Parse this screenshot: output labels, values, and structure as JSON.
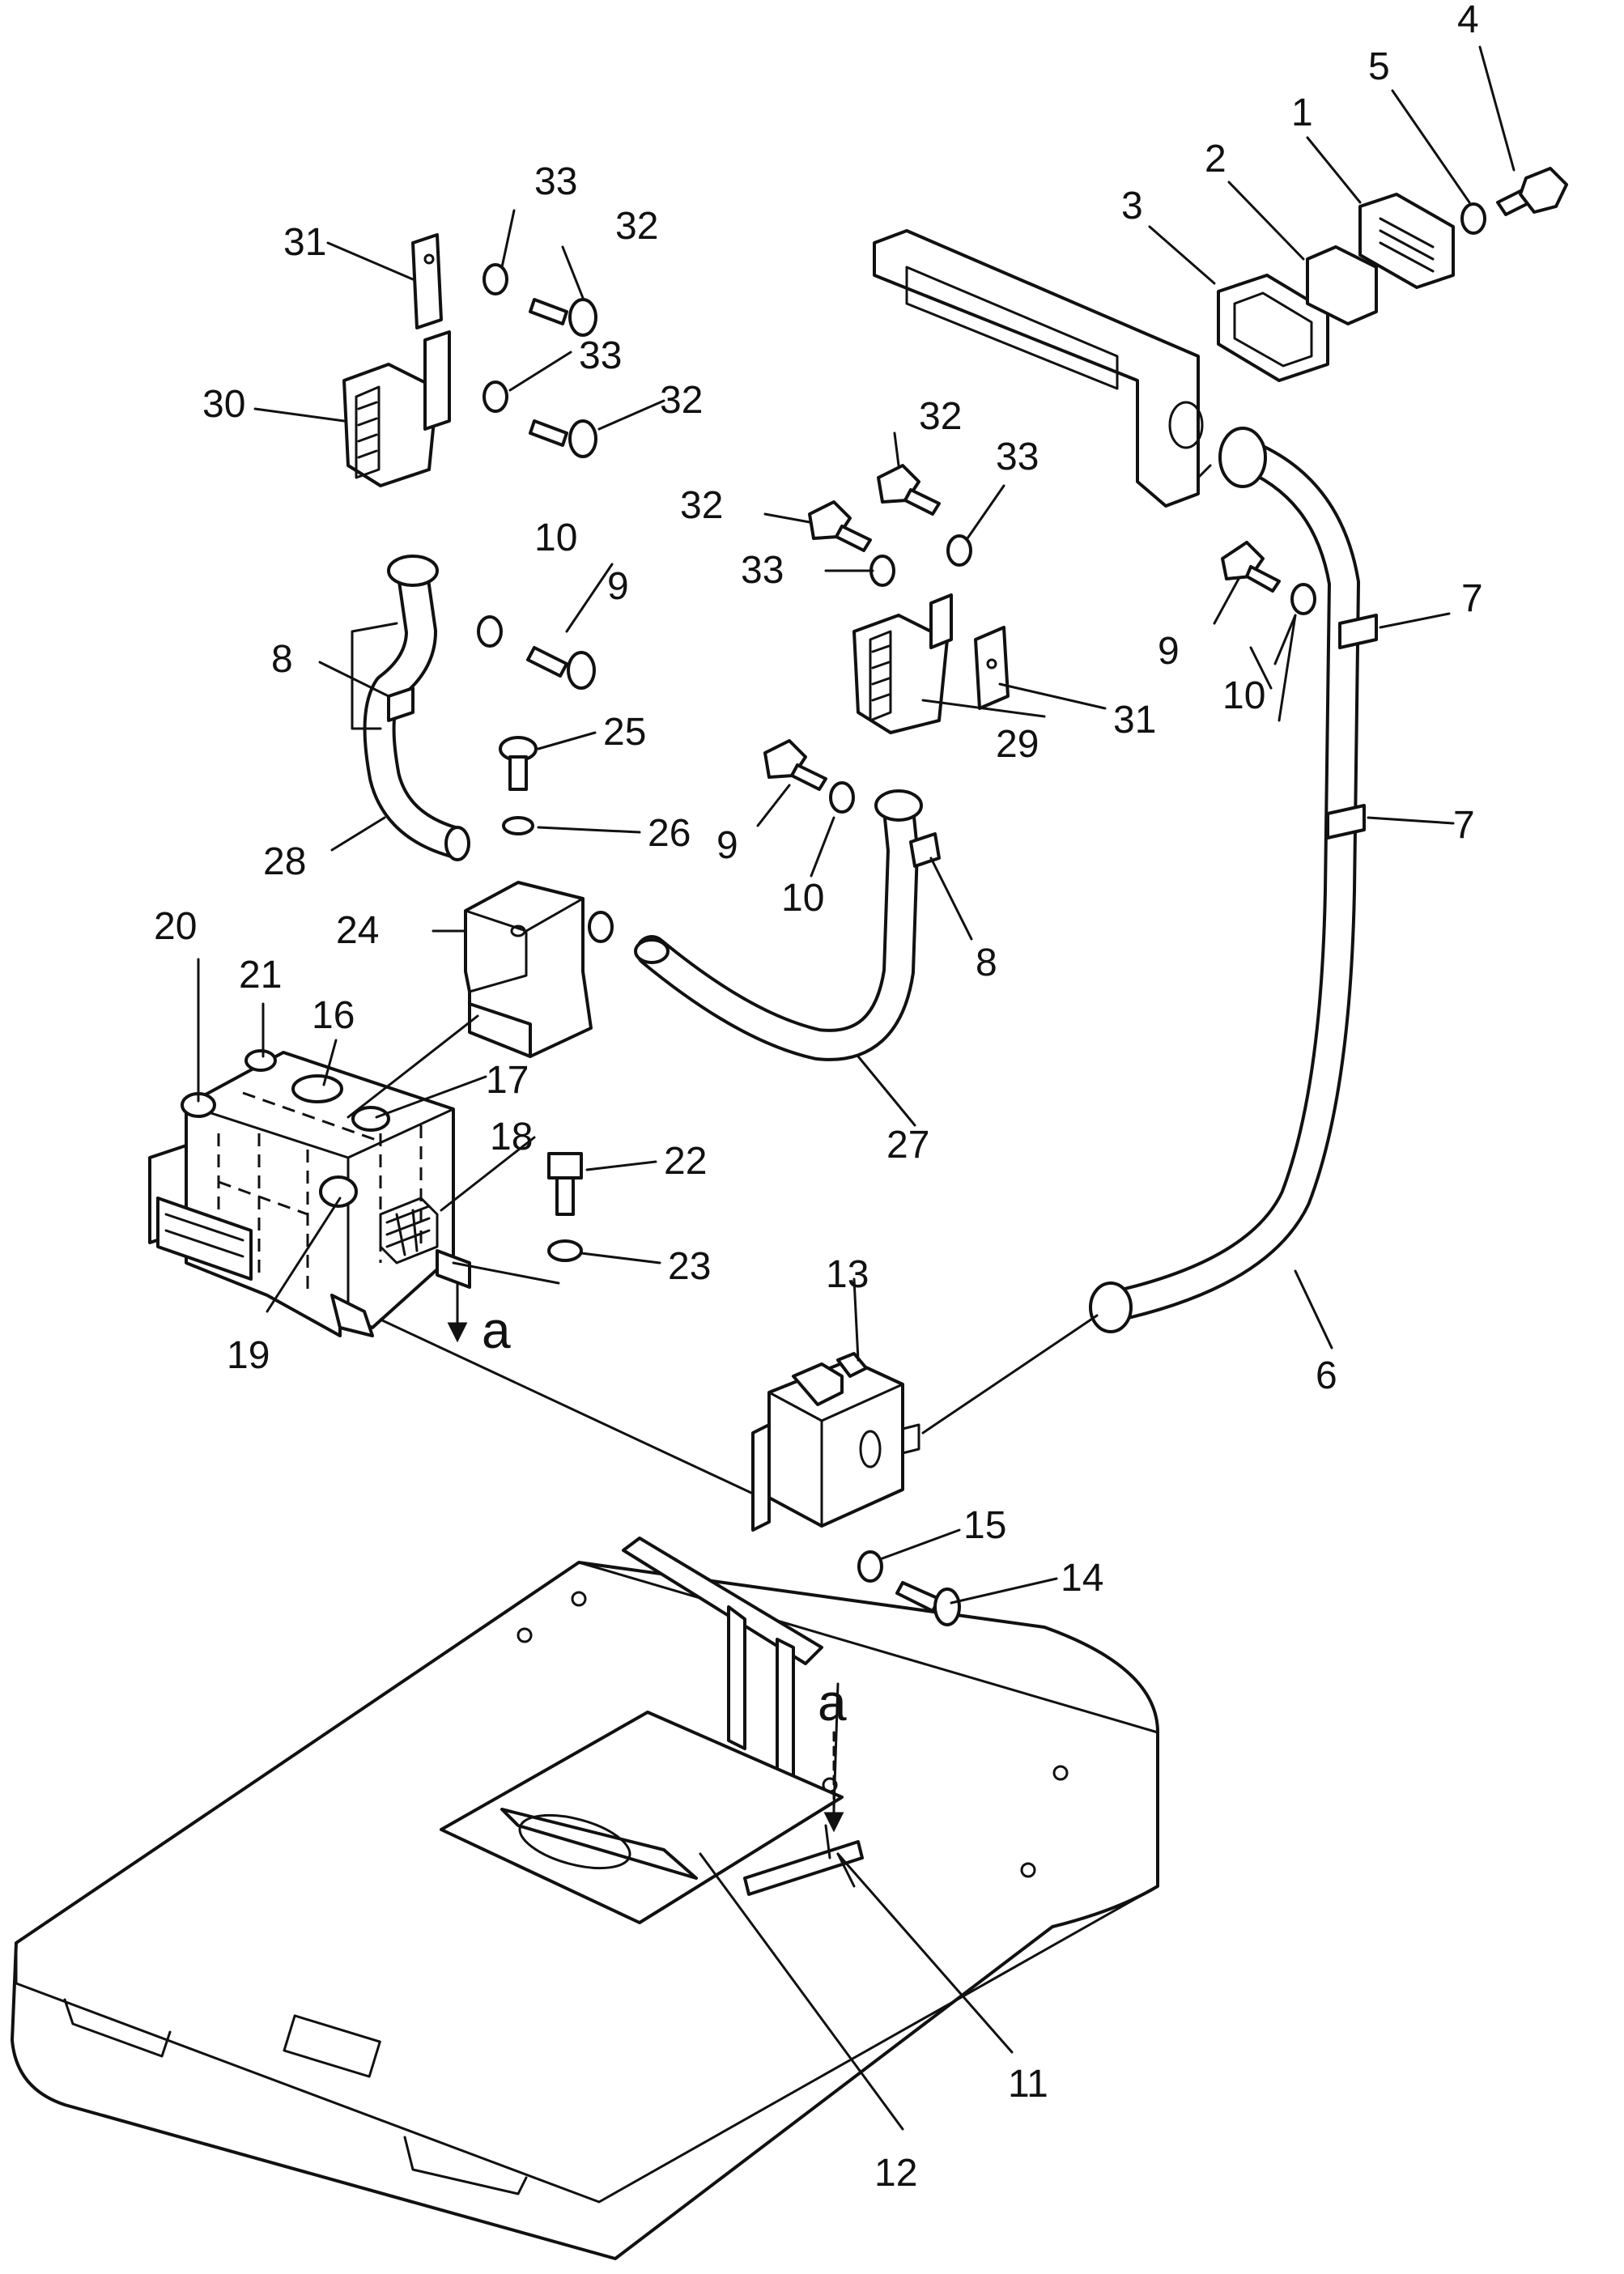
{
  "diagram": {
    "callouts": [
      "1",
      "2",
      "3",
      "4",
      "5",
      "6",
      "7",
      "8",
      "9",
      "10",
      "11",
      "12",
      "13",
      "14",
      "15",
      "16",
      "17",
      "18",
      "19",
      "20",
      "21",
      "22",
      "23",
      "24",
      "25",
      "26",
      "27",
      "28",
      "29",
      "30",
      "31",
      "32",
      "33"
    ],
    "view_letter": "a"
  }
}
